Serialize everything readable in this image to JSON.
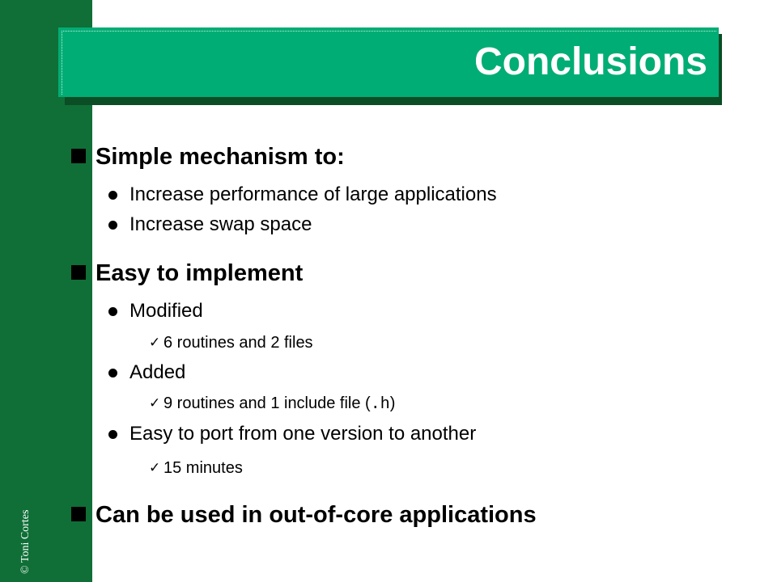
{
  "slide": {
    "title": "Conclusions",
    "copyright": "© Toni Cortes"
  },
  "bullets": [
    {
      "text": "Simple mechanism to:",
      "items": [
        {
          "text": "Increase performance of large applications"
        },
        {
          "text": "Increase swap space"
        }
      ]
    },
    {
      "text": "Easy to implement",
      "items": [
        {
          "text": "Modified",
          "checks": [
            "6 routines and 2 files"
          ]
        },
        {
          "text": "Added",
          "checks": [
            {
              "before": "9 routines and 1 include file (",
              "code": ".h",
              "after": ")"
            }
          ]
        },
        {
          "text": "Easy to port from one version to another",
          "checks": [
            "15 minutes"
          ]
        }
      ]
    },
    {
      "text": "Can be used in out-of-core applications"
    }
  ],
  "colors": {
    "sidebar": "#0f6f37",
    "title_bar": "#00ad74",
    "title_shadow": "#0b4d25",
    "title_text": "#ffffff",
    "body_text": "#000000"
  },
  "icons": {
    "level1": "square-bullet-icon",
    "level2": "round-bullet-icon",
    "level3": "checkmark-icon"
  }
}
